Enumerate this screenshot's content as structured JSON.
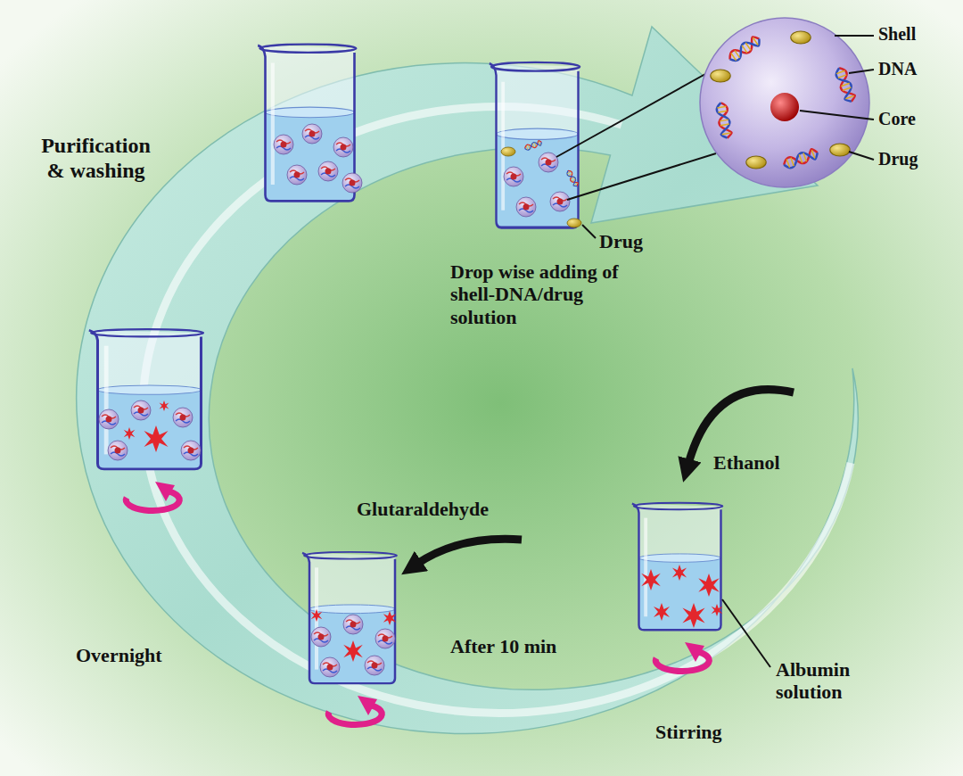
{
  "diagram": {
    "labels": [
      "Shell",
      "DNA",
      "Core",
      "Drug",
      "Purification & washing",
      "Drug",
      "Drop wise adding of shell-DNA/drug solution",
      "Ethanol",
      "Albumin solution",
      "Glutaraldehyde",
      "After 10 min",
      "Overnight",
      "Stirring"
    ]
  }
}
